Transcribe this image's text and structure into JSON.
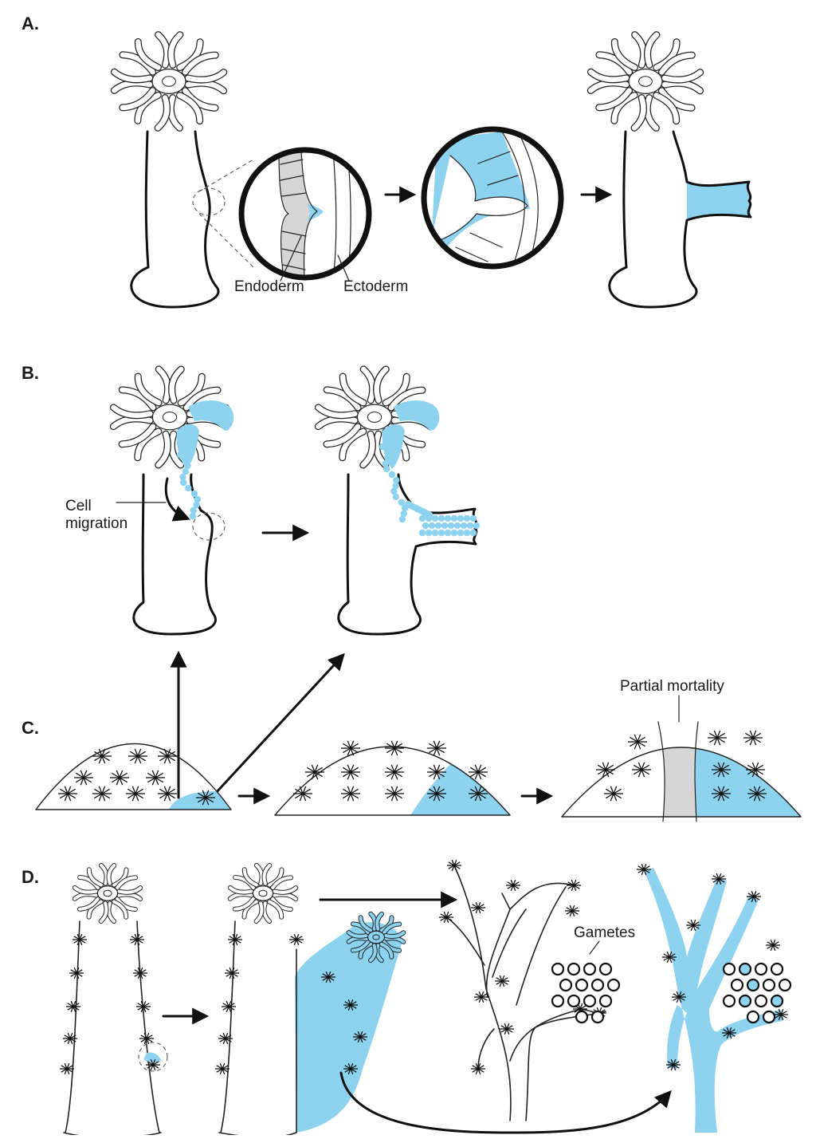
{
  "panels": {
    "a": {
      "label": "A.",
      "endoderm": "Endoderm",
      "ectoderm": "Ectoderm"
    },
    "b": {
      "label": "B.",
      "cell_migration_line1": "Cell",
      "cell_migration_line2": "migration"
    },
    "c": {
      "label": "C.",
      "partial_mortality": "Partial mortality"
    },
    "d": {
      "label": "D.",
      "gametes": "Gametes"
    }
  },
  "colors": {
    "highlight": "#8dd3ef",
    "dead_tissue": "#d6d6d6",
    "outline": "#111111"
  }
}
